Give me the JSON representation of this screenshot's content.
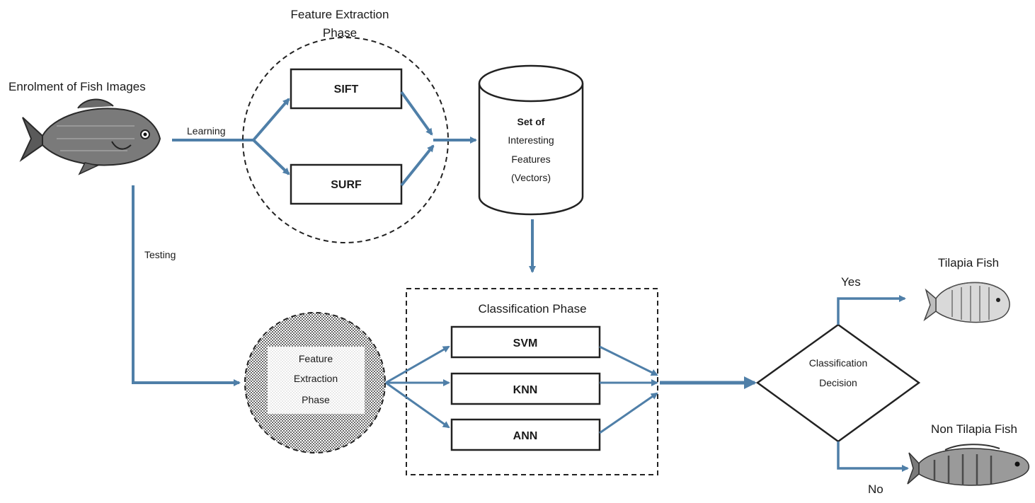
{
  "labels": {
    "enrolment": "Enrolment of Fish Images",
    "learning": "Learning",
    "testing": "Testing",
    "feature_phase_title_1": "Feature Extraction",
    "feature_phase_title_2": "Phase",
    "sift": "SIFT",
    "surf": "SURF",
    "db_1": "Set of",
    "db_2": "Interesting",
    "db_3": "Features",
    "db_4": "(Vectors)",
    "fe2_1": "Feature",
    "fe2_2": "Extraction",
    "fe2_3": "Phase",
    "classification_phase": "Classification Phase",
    "svm": "SVM",
    "knn": "KNN",
    "ann": "ANN",
    "decision_1": "Classification",
    "decision_2": "Decision",
    "yes": "Yes",
    "no": "No",
    "tilapia": "Tilapia Fish",
    "non_tilapia": "Non Tilapia Fish"
  },
  "colors": {
    "arrow": "#4f7fa8",
    "text": "#1a1a1a"
  }
}
